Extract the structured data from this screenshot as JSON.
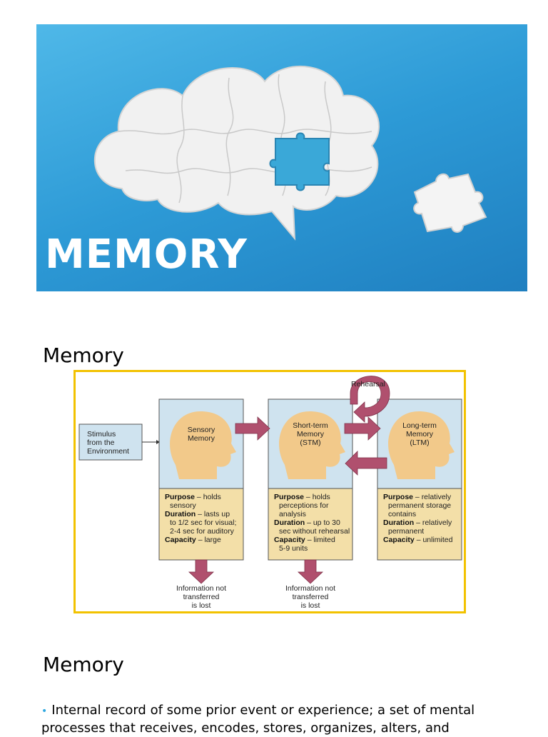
{
  "slide1": {
    "title": "MEMORY"
  },
  "slide2": {
    "title": "Memory",
    "diagram": {
      "stimulus": [
        "Stimulus",
        "from the",
        "Environment"
      ],
      "rehearsal": "Rehearsal",
      "stages": [
        {
          "name": [
            "Sensory",
            "Memory"
          ]
        },
        {
          "name": [
            "Short-term",
            "Memory",
            "(STM)"
          ]
        },
        {
          "name": [
            "Long-term",
            "Memory",
            "(LTM)"
          ]
        }
      ],
      "sensory_desc": {
        "purpose_label": "Purpose",
        "purpose_text": " – holds",
        "purpose_cont": [
          "sensory"
        ],
        "duration_label": "Duration",
        "duration_text": "  – lasts up",
        "duration_cont": [
          "to 1/2 sec for visual;",
          "2-4 sec for auditory"
        ],
        "capacity_label": "Capacity",
        "capacity_text": " – large"
      },
      "stm_desc": {
        "purpose_label": "Purpose",
        "purpose_text": " – holds",
        "purpose_cont": [
          "perceptions for",
          "analysis"
        ],
        "duration_label": "Duration",
        "duration_text": "  – up to 30",
        "duration_cont": [
          "sec without rehearsal"
        ],
        "capacity_label": "Capacity",
        "capacity_text": " – limited",
        "capacity_cont": [
          "5-9 units"
        ]
      },
      "ltm_desc": {
        "purpose_label": "Purpose",
        "purpose_text": " – relatively",
        "purpose_cont": [
          "permanent storage",
          "contains"
        ],
        "duration_label": "Duration",
        "duration_text": "  – relatively",
        "duration_cont": [
          "permanent"
        ],
        "capacity_label": "Capacity",
        "capacity_text": " – unlimited"
      },
      "lost_label": [
        "Information not",
        "transferred",
        "is lost"
      ]
    }
  },
  "slide3": {
    "title": "Memory",
    "bullet": "Internal record of some prior event or experience; a set of mental processes that receives, encodes, stores, organizes, alters, and"
  },
  "colors": {
    "slide_blue": "#2d9ad6",
    "box_blue": "#cfe3ef",
    "box_tan": "#f3dfa8",
    "head": "#f2c98a",
    "arrow": "#b0506e",
    "frame": "#f2c200",
    "bullet": "#2ea8e0"
  }
}
